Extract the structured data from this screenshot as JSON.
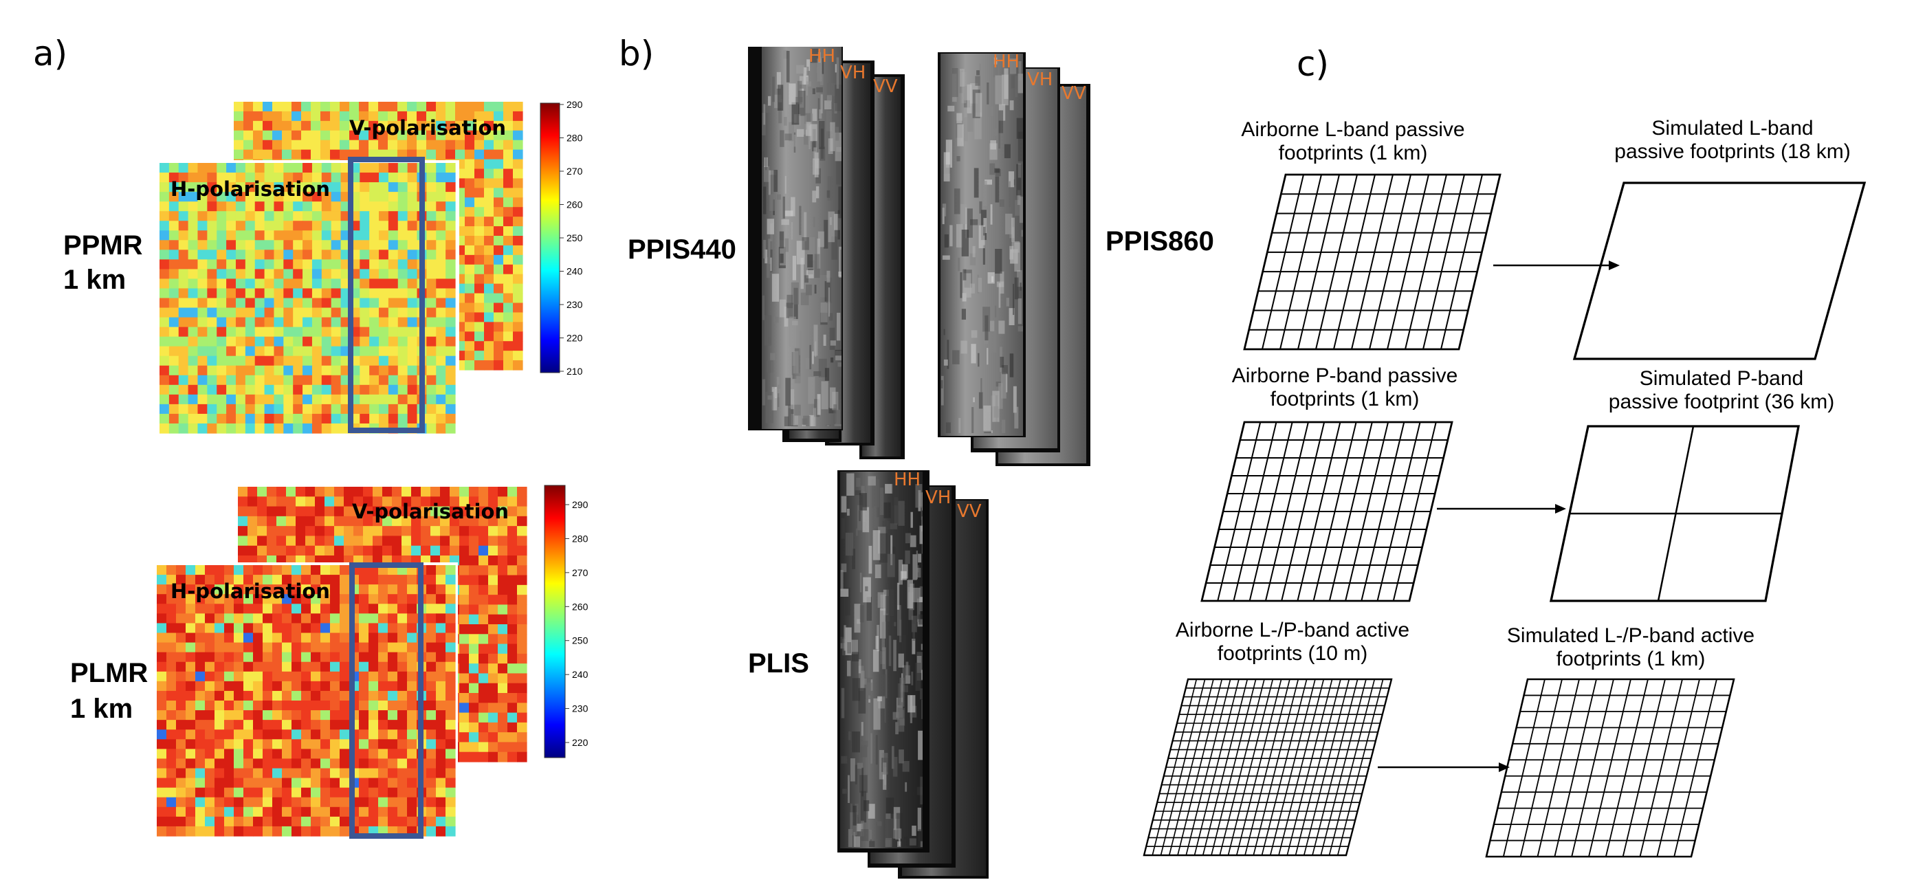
{
  "panels": {
    "a": {
      "letter": "a)",
      "ppmr": {
        "label_line1": "PPMR",
        "label_line2": "1 km",
        "h_label": "H-polarisation",
        "v_label": "V-polarisation",
        "colorbar_ticks": [
          "290",
          "280",
          "270",
          "260",
          "250",
          "240",
          "230",
          "220",
          "210"
        ]
      },
      "plmr": {
        "label_line1": "PLMR",
        "label_line2": "1 km",
        "h_label": "H-polarisation",
        "v_label": "V-polarisation",
        "colorbar_ticks": [
          "290",
          "280",
          "270",
          "260",
          "250",
          "240",
          "230",
          "220"
        ]
      },
      "highlight_color": "#3a5795"
    },
    "b": {
      "letter": "b)",
      "ppis440": {
        "label": "PPIS440",
        "bands": [
          "HH",
          "VH",
          "VV"
        ]
      },
      "ppis860": {
        "label": "PPIS860",
        "bands": [
          "HH",
          "VH",
          "VV"
        ]
      },
      "plis": {
        "label": "PLIS",
        "bands": [
          "HH",
          "VH",
          "VV"
        ]
      },
      "band_color": "#e8782e"
    },
    "c": {
      "letter": "c)",
      "rows": [
        {
          "left_line1": "Airborne L-band passive",
          "left_line2": "footprints (1 km)",
          "right_line1": "Simulated L-band",
          "right_line2": "passive footprints (18 km)"
        },
        {
          "left_line1": "Airborne P-band passive",
          "left_line2": "footprints (1 km)",
          "right_line1": "Simulated P-band",
          "right_line2": "passive footprint (36 km)"
        },
        {
          "left_line1": "Airborne L-/P-band active",
          "left_line2": "footprints (10 m)",
          "right_line1": "Simulated L-/P-band active",
          "right_line2": "footprints (1 km)"
        }
      ]
    }
  }
}
